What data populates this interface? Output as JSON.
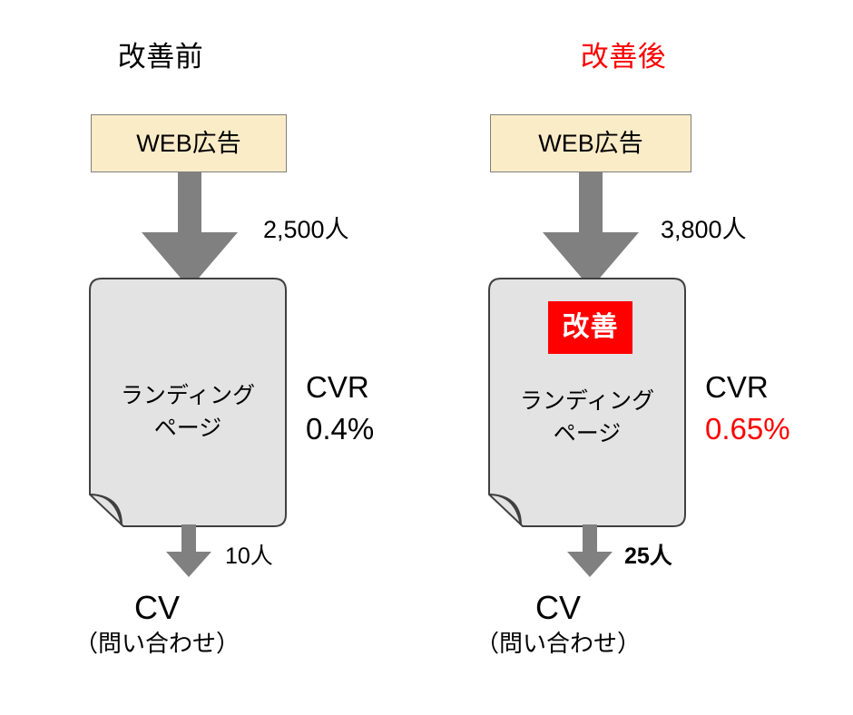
{
  "diagram": {
    "title_before": "改善前",
    "title_after": "改善後",
    "colors": {
      "accent_red": "#ff0000",
      "arrow_gray": "#808080",
      "source_box_fill": "#fbecc8",
      "source_box_border": "#7f7f7f",
      "page_fill": "#e3e3e3",
      "page_border": "#404040",
      "text_black": "#000000",
      "badge_text": "#ffffff"
    }
  },
  "before": {
    "heading": "改善前",
    "source": {
      "label": "WEB広告"
    },
    "traffic": {
      "label": "2,500人"
    },
    "page": {
      "line1": "ランディング",
      "line2": "ページ"
    },
    "cvr": {
      "label": "CVR",
      "value": "0.4%"
    },
    "conversions": {
      "label": "10人"
    },
    "outcome": {
      "main": "CV",
      "sub": "（問い合わせ）"
    }
  },
  "after": {
    "heading": "改善後",
    "source": {
      "label": "WEB広告"
    },
    "traffic": {
      "label": "3,800人"
    },
    "badge": {
      "label": "改善"
    },
    "page": {
      "line1": "ランディング",
      "line2": "ページ"
    },
    "cvr": {
      "label": "CVR",
      "value": "0.65%"
    },
    "conversions": {
      "label": "25人"
    },
    "outcome": {
      "main": "CV",
      "sub": "（問い合わせ）"
    }
  }
}
